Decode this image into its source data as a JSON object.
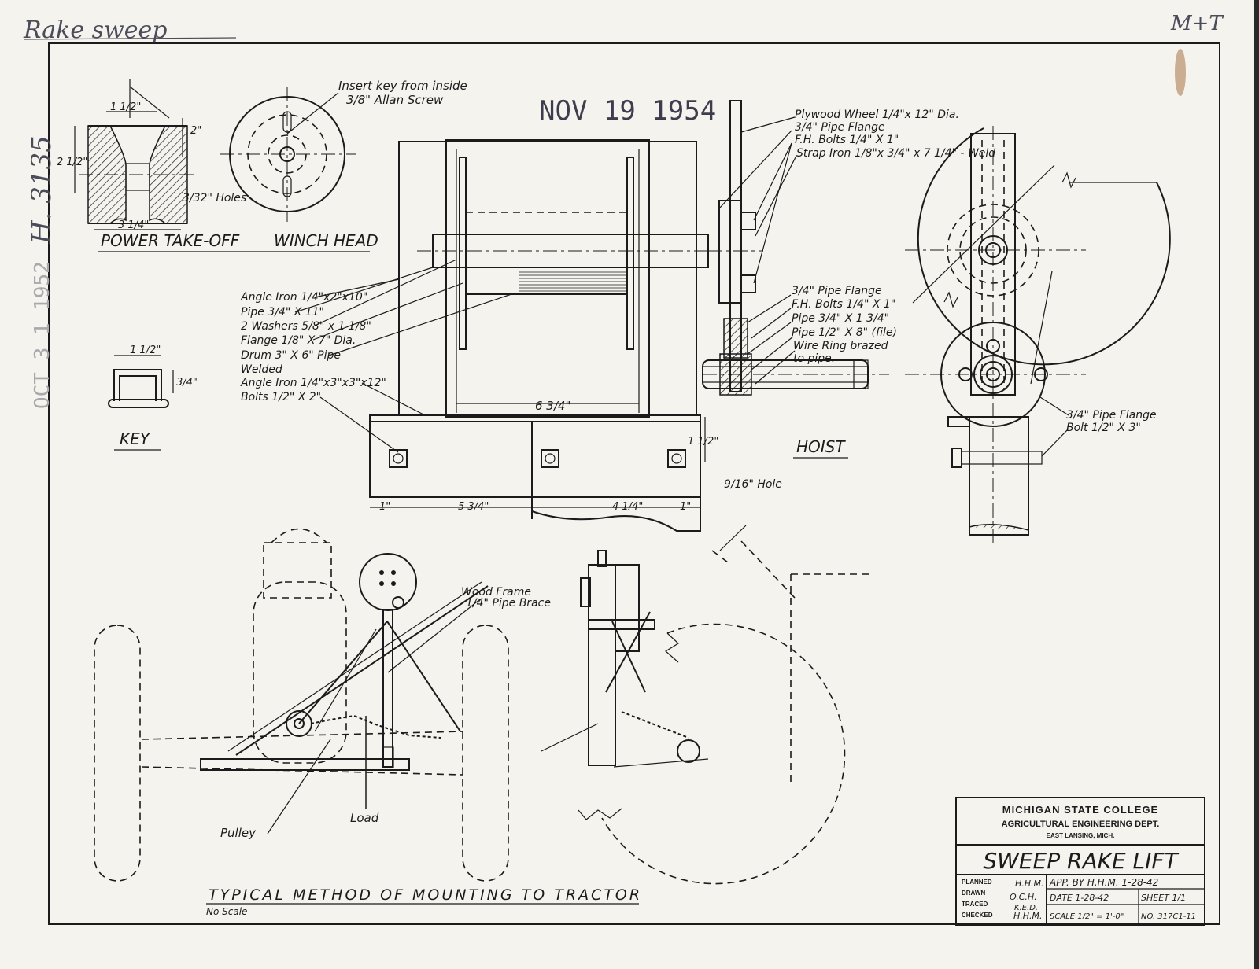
{
  "top_note": "Rake sweep",
  "corner_note": "M+T",
  "side_note": "H. 3135",
  "received_stamp": "OCT 3 1 1952",
  "date_stamp": "NOV 19 1954",
  "colors": {
    "paper": "#f4f3ee",
    "ink": "#1b1b1b",
    "stamp": "#3d3d4d"
  },
  "views": {
    "pto_title": "POWER TAKE-OFF",
    "winch_title": "WINCH HEAD",
    "key_title": "KEY",
    "hoist_title": "HOIST",
    "mount_title": "TYPICAL METHOD OF MOUNTING TO TRACTOR",
    "mount_subtitle": "No Scale"
  },
  "winch_notes": [
    "Insert key from inside",
    "3/8\" Allan Screw"
  ],
  "pto_dims": {
    "top": "1 1/2\"",
    "height": "2\"",
    "left": "2 1/2\"",
    "bottom": "3 1/4\"",
    "holes": "3/32\" Holes"
  },
  "key_dims": {
    "width": "1 1/2\"",
    "height": "3/4\""
  },
  "drum_labels": [
    "Angle Iron 1/4\"x2\"x10\"",
    "Pipe 3/4\" X 11\"",
    "2 Washers 5/8\" x 1 1/8\"",
    "Flange 1/8\" X 7\" Dia.",
    "Drum 3\" X 6\" Pipe",
    "Welded",
    "Angle Iron 1/4\"x3\"x3\"x12\"",
    "Bolts 1/2\" X 2\""
  ],
  "wheel_labels": [
    "Plywood Wheel 1/4\"x 12\" Dia.",
    "3/4\" Pipe Flange",
    "F.H. Bolts 1/4\" X 1\"",
    "Strap Iron 1/8\"x 3/4\" x 7 1/4\" - Weld"
  ],
  "shaft_labels": [
    "3/4\" Pipe Flange",
    "F.H. Bolts 1/4\" X 1\"",
    "Pipe 3/4\" X 1 3/4\"",
    "Pipe 1/2\" X 8\" (file)",
    "Wire Ring brazed",
    "to pipe."
  ],
  "hoist_labels": [
    "3/4\" Pipe Flange",
    "Bolt 1/2\" X 3\""
  ],
  "base_dims": {
    "inner": "6 3/4\"",
    "left": "1\"",
    "mid": "5 3/4\"",
    "right": "4 1/4\"",
    "end": "1\"",
    "height": "1 1/2\"",
    "hole": "9/16\" Hole"
  },
  "mount_labels": {
    "frame": "Wood Frame",
    "brace": "1/4\" Pipe Brace",
    "load": "Load",
    "pulley": "Pulley"
  },
  "title_block": {
    "org": "MICHIGAN STATE COLLEGE",
    "dept": "AGRICULTURAL ENGINEERING DEPT.",
    "city": "EAST LANSING, MICH.",
    "title": "SWEEP RAKE LIFT",
    "planned_label": "PLANNED",
    "planned": "H.H.M.",
    "drawn_label": "DRAWN",
    "drawn": "O.C.H.",
    "traced_label": "TRACED",
    "traced": "K.E.D.",
    "checked_label": "CHECKED",
    "checked": "H.H.M.",
    "approved": "APP. BY H.H.M. 1-28-42",
    "date": "DATE 1-28-42",
    "sheet": "SHEET 1/1",
    "scale": "SCALE 1/2\" = 1'-0\"",
    "number": "NO. 317C1-11"
  }
}
